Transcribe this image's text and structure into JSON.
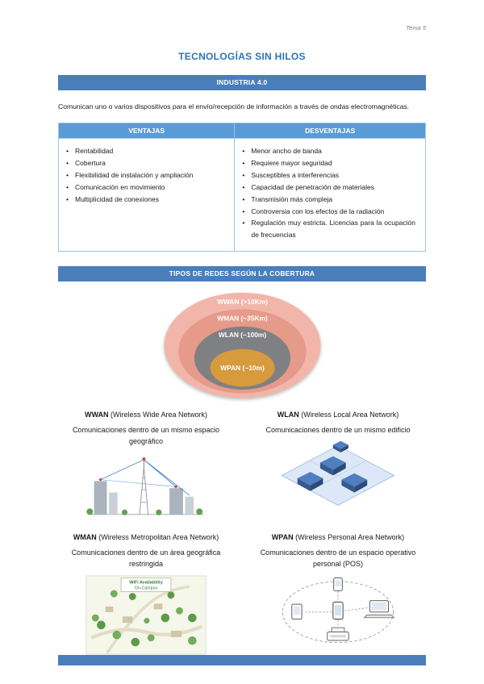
{
  "colors": {
    "banner_blue": "#4a7ebb",
    "table_header_blue": "#5b9bd5",
    "table_border_blue": "#9cc3e5",
    "title_blue": "#2e74b5"
  },
  "page": {
    "header_note": "Tema 5",
    "title": "TECNOLOGÍAS SIN HILOS"
  },
  "industria": {
    "banner": "INDUSTRIA 4.0",
    "paragraph": "Comunican uno o varios dispositivos para el envío/recepción de información a través de ondas electromagnéticas."
  },
  "table": {
    "headers": [
      "VENTAJAS",
      "DESVENTAJAS"
    ],
    "ventajas": [
      "Rentabilidad",
      "Cobertura",
      "Flexibilidad de instalación y ampliación",
      "Comunicación en movimiento",
      "Multiplicidad de conexiones"
    ],
    "desventajas": [
      "Menor ancho de banda",
      "Requiere mayor seguridad",
      "Susceptibles a interferencias",
      "Capacidad de penetración de materiales",
      "Transmisión más compleja",
      "Controversia con los efectos de la radiación",
      "Regulación muy estricta. Licencias para la ocupación de frecuencias"
    ]
  },
  "tipos": {
    "banner": "TIPOS DE REDES SEGÚN LA COBERTURA",
    "rings": [
      {
        "label": "WWAN (>10Km)",
        "color": "#f1b6a9"
      },
      {
        "label": "WMAN (~35Km)",
        "color": "#e69a89"
      },
      {
        "label": "WLAN (~100m)",
        "color": "#7f8084"
      },
      {
        "label": "WPAN (~10m)",
        "color": "#d79a3d"
      }
    ],
    "sections": [
      {
        "abbr": "WWAN",
        "name": " (Wireless Wide Area Network)",
        "desc": "Comunicaciones dentro de un mismo espacio geográfico"
      },
      {
        "abbr": "WLAN",
        "name": " (Wireless Local Area Network)",
        "desc": "Comunicaciones dentro de un mismo edificio"
      },
      {
        "abbr": "WMAN",
        "name": " (Wireless Metropolitan Area Network)",
        "desc": "Comunicaciones dentro de un área geográfica restringida"
      },
      {
        "abbr": "WPAN",
        "name": " (Wireless Personal Area Network)",
        "desc": "Comunicaciones dentro de un espacio operativo personal (POS)"
      }
    ],
    "wman_map_caption": {
      "line1": "WiFi Availability",
      "line2": "On-Campus"
    }
  }
}
